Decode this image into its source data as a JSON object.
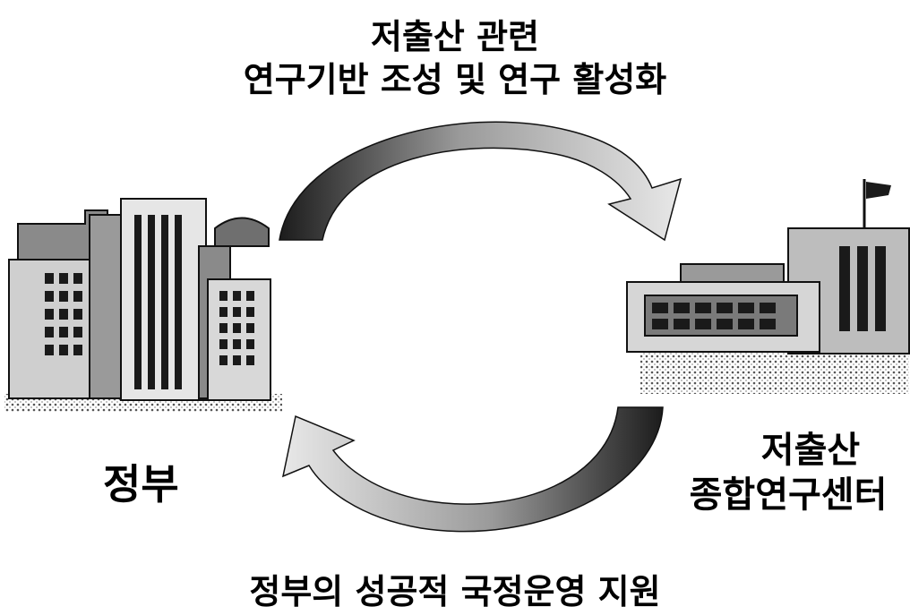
{
  "top_label": {
    "line1": "저출산 관련",
    "line2": "연구기반 조성 및 연구 활성화"
  },
  "government": {
    "label": "정부"
  },
  "research_center": {
    "line1": "저출산",
    "line2": "종합연구센터"
  },
  "bottom_label": "정부의 성공적 국정운영 지원",
  "colors": {
    "arrow_dark": "#2b2b2b",
    "arrow_light": "#dcdcdc",
    "building_dark": "#1a1a1a",
    "building_mid": "#8a8a8a",
    "building_light": "#d4d4d4"
  }
}
